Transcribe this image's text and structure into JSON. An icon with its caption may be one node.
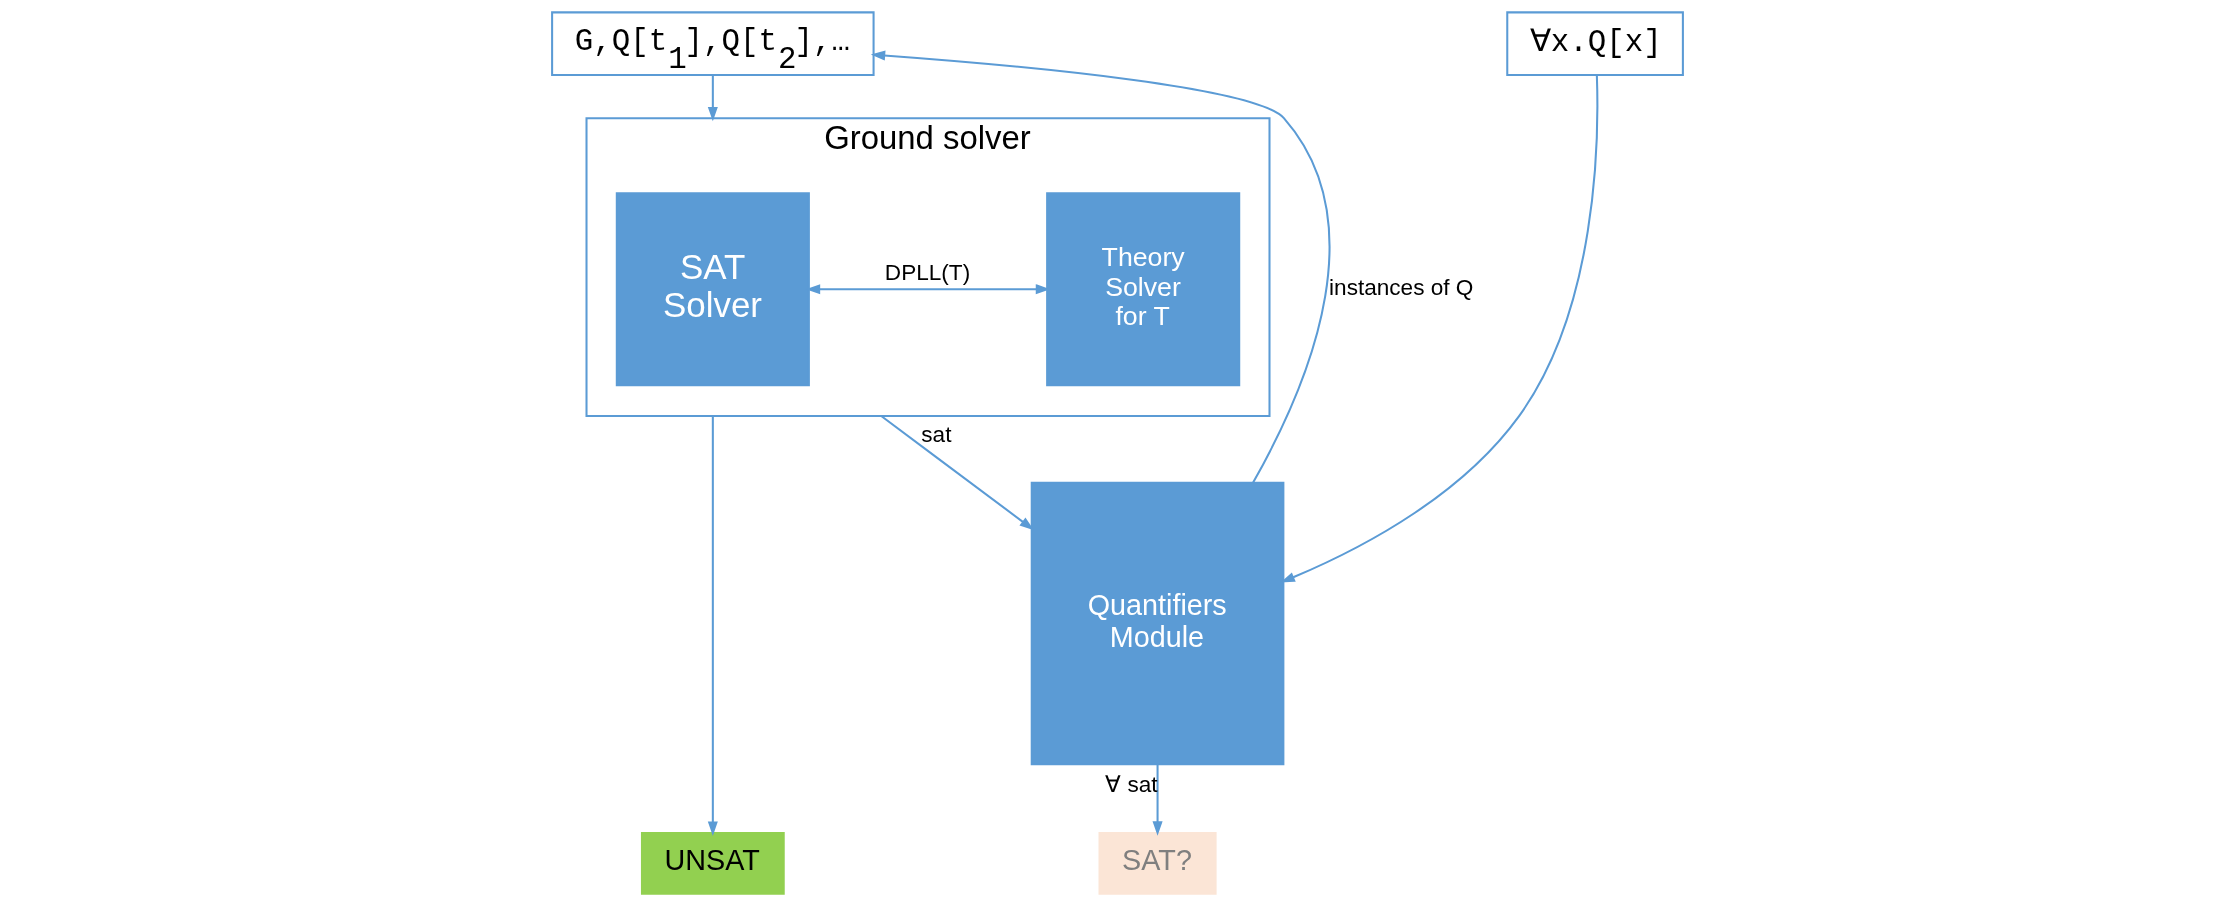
{
  "diagram": {
    "nodes": [
      {
        "text": [
          "G,Q[t$_{1}$],Q[t$_{2}$],…"
        ]
      },
      {
        "text": [
          "Ground solver"
        ]
      },
      {
        "text": [
          "SAT Solver"
        ],
        "in": 1
      },
      {
        "text": [
          "Theory Solver for T"
        ],
        "in": 1
      },
      {
        "text": [
          "∀x.Q[x]"
        ]
      },
      {
        "text": [
          "Quantifiers Module"
        ]
      },
      {
        "text": [
          "UNSAT"
        ]
      },
      {
        "text": [
          "SAT?"
        ]
      }
    ],
    "edges": [
      {
        "from": 0,
        "to": 1,
        "arrow": "to"
      },
      {
        "from": 2,
        "to": 3,
        "arrow": "both",
        "label": "DPLL(T)"
      },
      {
        "from": 5,
        "to": 0,
        "arrow": "to",
        "label": "instances of Q"
      },
      {
        "from": 4,
        "to": 5,
        "arrow": "to"
      },
      {
        "from": 1,
        "to": 5,
        "arrow": "to",
        "label": "sat"
      },
      {
        "from": 1,
        "to": 6,
        "arrow": "to"
      },
      {
        "from": 5,
        "to": 7,
        "arrow": "to",
        "label": "∀ sat"
      }
    ]
  }
}
